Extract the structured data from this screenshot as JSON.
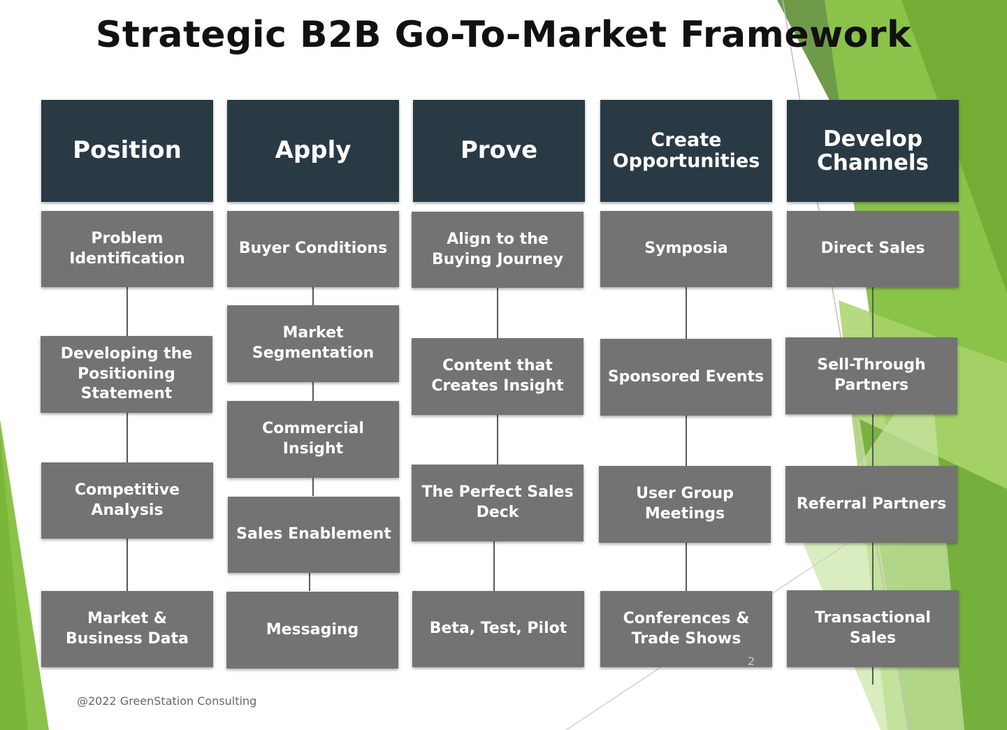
{
  "title": "Strategic B2B Go-To-Market Framework",
  "columns": [
    {
      "header": "Position",
      "items": [
        "Problem Identification",
        "Developing the Positioning Statement",
        "Competitive Analysis",
        "Market & Business Data"
      ]
    },
    {
      "header": "Apply",
      "items": [
        "Buyer Conditions",
        "Market Segmentation",
        "Commercial Insight",
        "Sales Enablement",
        "Messaging"
      ]
    },
    {
      "header": "Prove",
      "items": [
        "Align to the Buying Journey",
        "Content that Creates Insight",
        "The Perfect Sales Deck",
        "Beta, Test, Pilot"
      ]
    },
    {
      "header": "Create Opportunities",
      "items": [
        "Symposia",
        "Sponsored Events",
        "User Group Meetings",
        "Conferences & Trade Shows"
      ]
    },
    {
      "header": "Develop Channels",
      "items": [
        "Direct Sales",
        "Sell-Through Partners",
        "Referral Partners",
        "Transactional Sales"
      ]
    }
  ],
  "footer": "@2022 GreenStation Consulting",
  "page_number": "2",
  "colors": {
    "header_bg": "#2a3a44",
    "item_bg": "#737373",
    "connector": "#595959",
    "accent_green": "#8dc63f",
    "accent_dark_green": "#5a9a2e"
  }
}
